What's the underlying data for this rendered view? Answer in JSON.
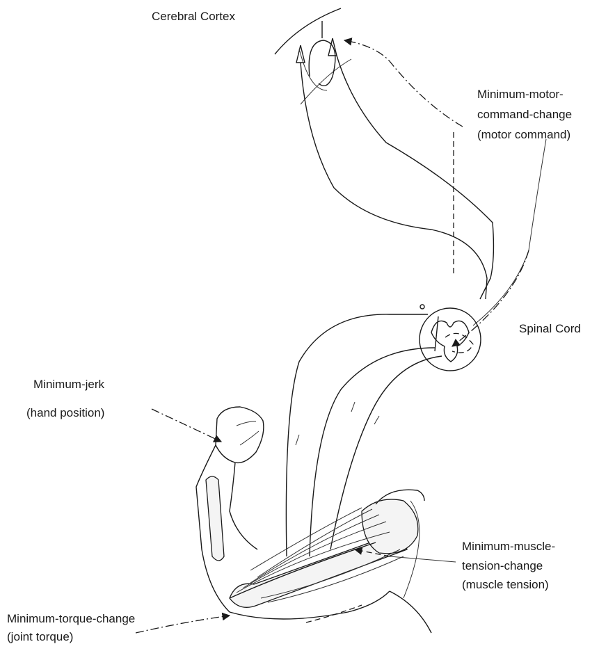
{
  "labels": {
    "cerebral_cortex": "Cerebral Cortex",
    "motor_command_line1": "Minimum-motor-",
    "motor_command_line2": "command-change",
    "motor_command_line3": "(motor command)",
    "spinal_cord": "Spinal Cord",
    "jerk_line1": "Minimum-jerk",
    "jerk_line2": "(hand position)",
    "muscle_line1": "Minimum-muscle-",
    "muscle_line2": "tension-change",
    "muscle_line3": "(muscle tension)",
    "torque_line1": "Minimum-torque-change",
    "torque_line2": "(joint torque)"
  },
  "icons": [
    "cortex-neuron-icon",
    "spinal-cord-cross-section-icon",
    "arm-muscle-icon"
  ],
  "colors": {
    "ink": "#1a1a1a",
    "paper": "#ffffff"
  }
}
